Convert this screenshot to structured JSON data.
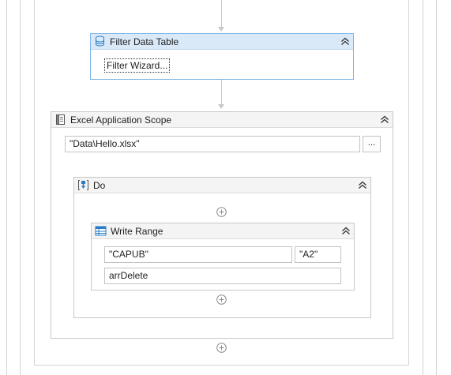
{
  "filter_data_table": {
    "title": "Filter Data Table",
    "wizard_label": "Filter Wizard..."
  },
  "excel_scope": {
    "title": "Excel Application Scope",
    "workbook_path": "\"Data\\Hello.xlsx\"",
    "browse_label": "..."
  },
  "do_sequence": {
    "title": "Do"
  },
  "write_range": {
    "title": "Write Range",
    "sheet_name": "\"CAPUB\"",
    "start_cell": "\"A2\"",
    "data_table": "arrDelete"
  },
  "colors": {
    "selected_header": "#dae9f8",
    "selected_border": "#7eb4ea",
    "icon_blue": "#2a7bc6"
  }
}
